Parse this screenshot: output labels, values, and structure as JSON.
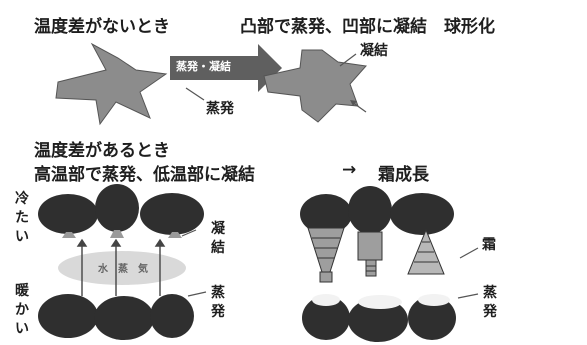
{
  "top": {
    "left_title": "温度差がないとき",
    "right_title": "凸部で蒸発、凹部に凝結　球形化",
    "arrow_label": "蒸発・凝結",
    "evaporation_label": "蒸発",
    "condensation_label": "凝結"
  },
  "bottom": {
    "title_line1": "温度差があるとき",
    "title_line2": "高温部で蒸発、低温部に凝結",
    "arrow_symbol": "→",
    "result": "霜成長",
    "cold_label": "冷たい",
    "warm_label": "暖かい",
    "condense_label": "凝結",
    "evap_label": "蒸発",
    "vapor_label": "水蒸気",
    "frost_label": "霜",
    "evap_label_right": "蒸発"
  },
  "colors": {
    "shape_fill": "#8c8c8c",
    "arrow_fill": "#5f5f5f",
    "sphere_dark": "#2f2f2f",
    "vapor_ellipse": "#d9d9d9"
  }
}
